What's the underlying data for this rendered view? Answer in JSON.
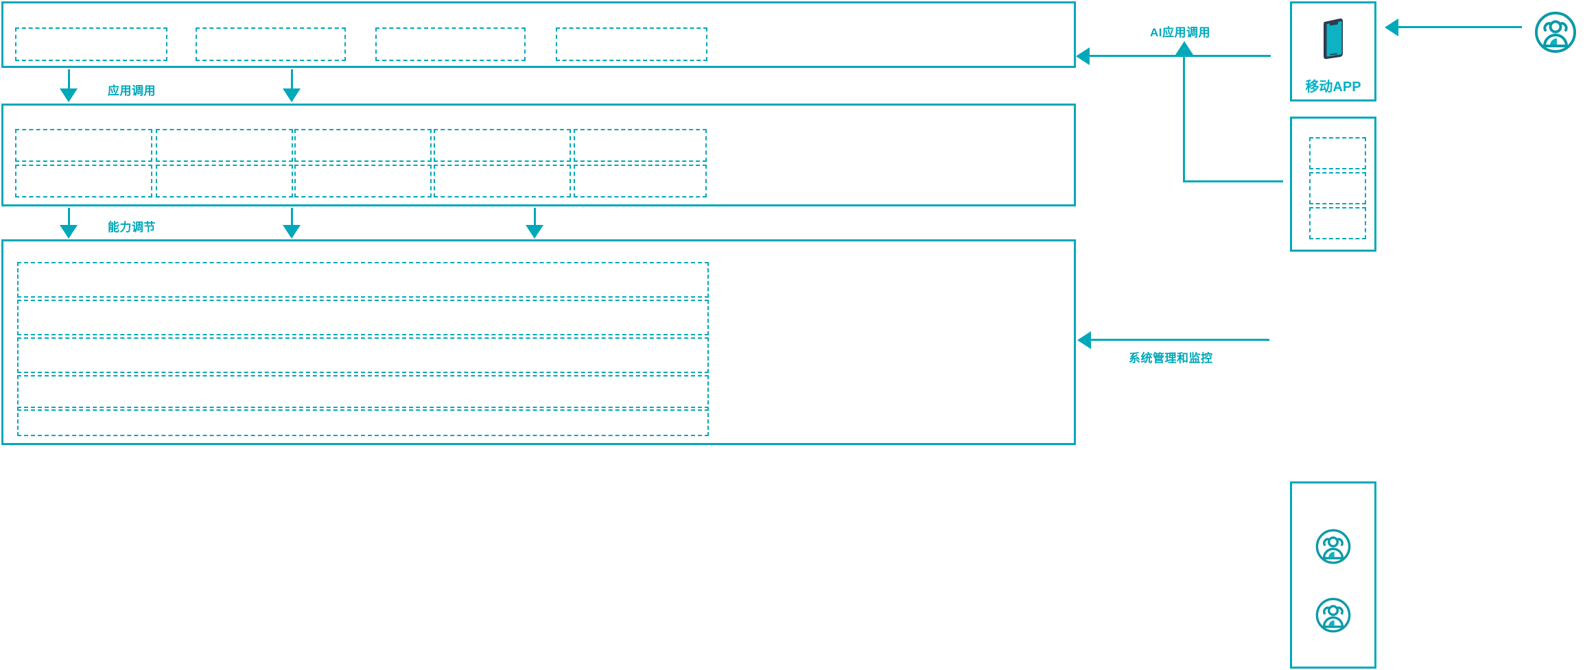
{
  "diagram": {
    "accent_color": "#00a8b9",
    "label_color": "#00b2c4",
    "device_outline_color": "#2f3b4f",
    "background": "#ffffff"
  },
  "layers": {
    "application_layer": {
      "name": "application-layer-panel",
      "slots": [
        "",
        "",
        "",
        ""
      ]
    },
    "capability_layer": {
      "name": "capability-layer-panel",
      "columns": [
        {
          "top": "",
          "bottom": ""
        },
        {
          "top": "",
          "bottom": ""
        },
        {
          "top": "",
          "bottom": ""
        },
        {
          "top": "",
          "bottom": ""
        },
        {
          "top": "",
          "bottom": ""
        }
      ]
    },
    "infrastructure_layer": {
      "name": "infrastructure-layer-panel",
      "rows": [
        "",
        "",
        "",
        "",
        ""
      ]
    }
  },
  "connectors": [
    {
      "id": "application-call",
      "label": "应用调用",
      "direction": "down"
    },
    {
      "id": "capability-adjust",
      "label": "能力调节",
      "direction": "down"
    },
    {
      "id": "ai-application-call",
      "label": "AI应用调用",
      "direction": "left"
    },
    {
      "id": "system-management-monitoring",
      "label": "系统管理和监控",
      "direction": "left"
    }
  ],
  "right_column": {
    "mobile_app_card": {
      "label": "移动APP",
      "icon": "smartphone-icon"
    },
    "module_card": {
      "label": "",
      "slots": [
        "",
        "",
        ""
      ]
    },
    "users_card": {
      "label": "",
      "icons": [
        "users-icon",
        "users-icon"
      ]
    },
    "external_actor": {
      "icon": "users-icon",
      "label": ""
    }
  }
}
